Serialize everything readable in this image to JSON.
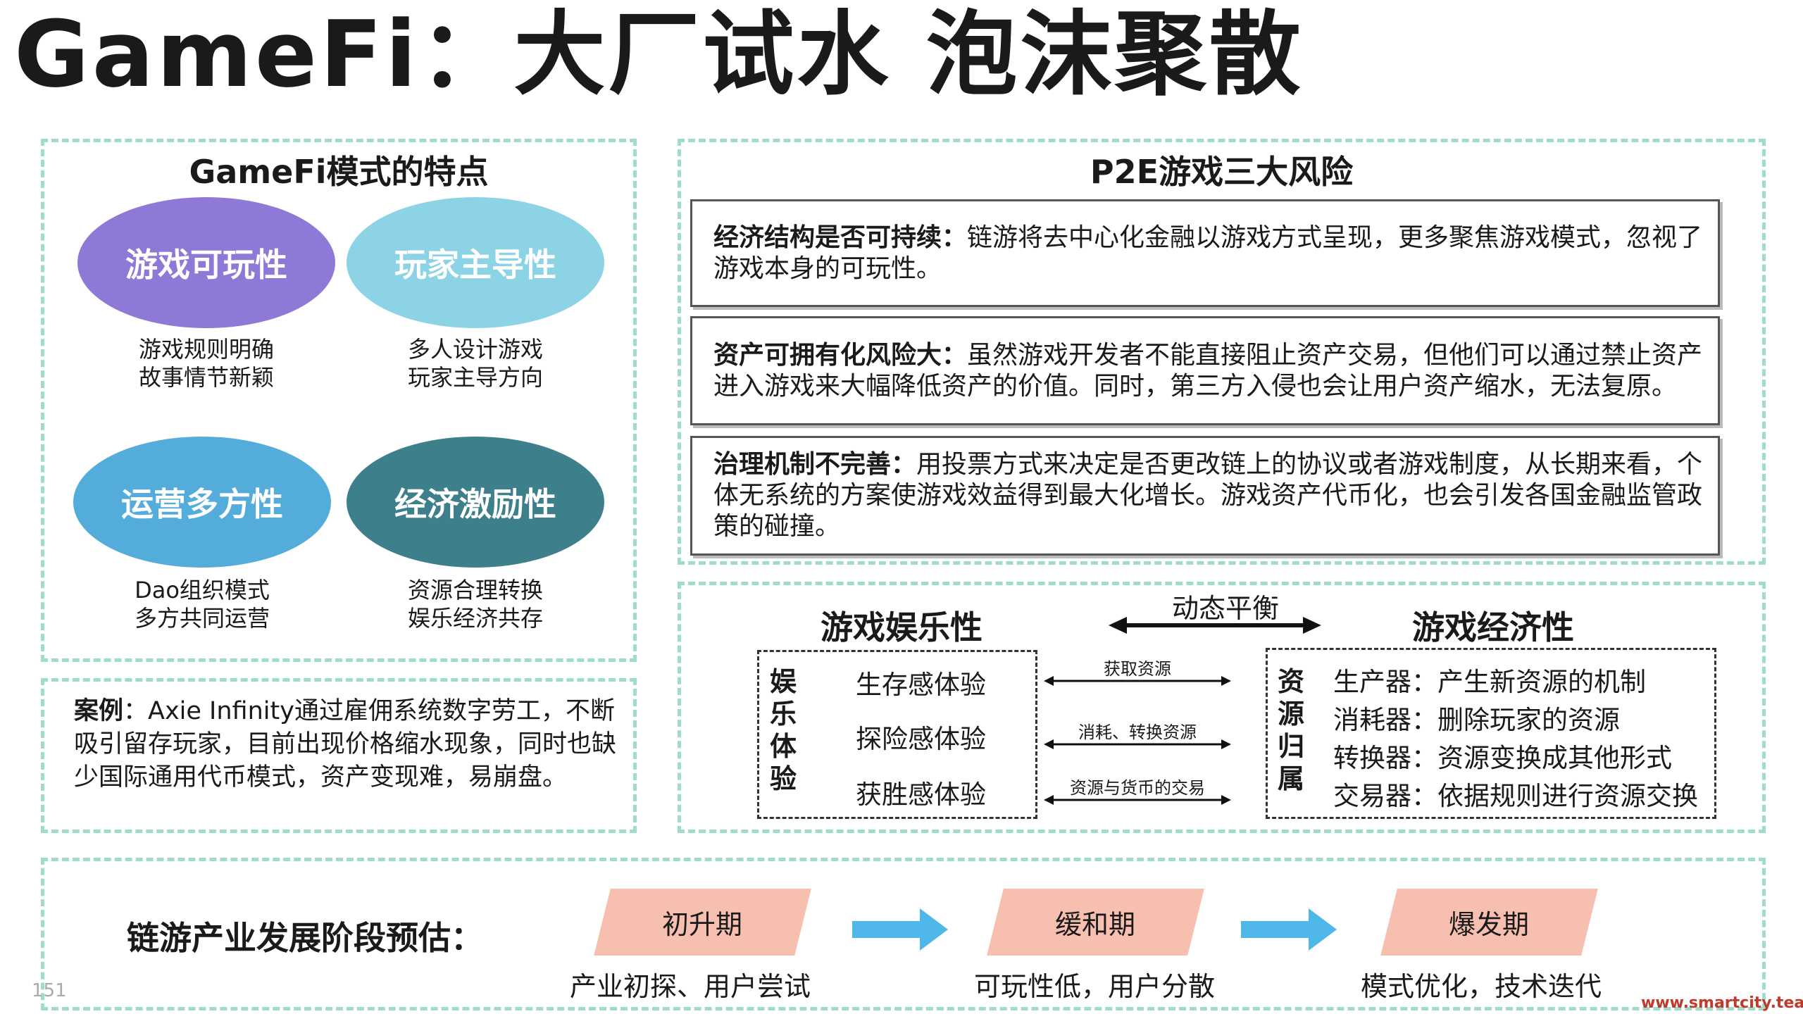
{
  "title": "GameFi：大厂试水 泡沫聚散",
  "features": {
    "heading": "GameFi模式的特点",
    "items": [
      {
        "label": "游戏可玩性",
        "color": "#8e7ad6",
        "lines": [
          "游戏规则明确",
          "故事情节新颖"
        ]
      },
      {
        "label": "玩家主导性",
        "color": "#8dd3e6",
        "lines": [
          "多人设计游戏",
          "玩家主导方向"
        ]
      },
      {
        "label": "运营多方性",
        "color": "#53acd9",
        "lines": [
          "Dao组织模式",
          "多方共同运营"
        ]
      },
      {
        "label": "经济激励性",
        "color": "#3e7f8c",
        "lines": [
          "资源合理转换",
          "娱乐经济共存"
        ]
      }
    ]
  },
  "case": {
    "label": "案例",
    "text": "：Axie Infinity通过雇佣系统数字劳工，不断吸引留存玩家，目前出现价格缩水现象，同时也缺少国际通用代币模式，资产变现难，易崩盘。"
  },
  "risks": {
    "heading": "P2E游戏三大风险",
    "items": [
      {
        "label": "经济结构是否可持续：",
        "text": "链游将去中心化金融以游戏方式呈现，更多聚焦游戏模式，忽视了游戏本身的可玩性。"
      },
      {
        "label": "资产可拥有化风险大：",
        "text": "虽然游戏开发者不能直接阻止资产交易，但他们可以通过禁止资产进入游戏来大幅降低资产的价值。同时，第三方入侵也会让用户资产缩水，无法复原。"
      },
      {
        "label": "治理机制不完善：",
        "text": "用投票方式来决定是否更改链上的协议或者游戏制度，从长期来看，个体无系统的方案使游戏效益得到最大化增长。游戏资产代币化，也会引发各国金融监管政策的碰撞。"
      }
    ]
  },
  "balance": {
    "left_heading": "游戏娱乐性",
    "right_heading": "游戏经济性",
    "center_label": "动态平衡",
    "left_vertical": [
      "娱",
      "乐",
      "体",
      "验"
    ],
    "left_items": [
      "生存感体验",
      "探险感体验",
      "获胜感体验"
    ],
    "arrow_labels": [
      "获取资源",
      "消耗、转换资源",
      "资源与货币的交易"
    ],
    "right_vertical": [
      "资",
      "源",
      "归",
      "属"
    ],
    "right_items": [
      "生产器：产生新资源的机制",
      "消耗器：删除玩家的资源",
      "转换器：资源变换成其他形式",
      "交易器：依据规则进行资源交换"
    ]
  },
  "stages": {
    "heading": "链游产业发展阶段预估：",
    "items": [
      {
        "label": "初升期",
        "caption": "产业初探、用户尝试"
      },
      {
        "label": "缓和期",
        "caption": "可玩性低，用户分散"
      },
      {
        "label": "爆发期",
        "caption": "模式优化，技术迭代"
      }
    ]
  },
  "page_number": "151",
  "watermark": "www.smartcity.team",
  "colors": {
    "panel_border": "#9fdcc9",
    "arrow": "#4fb8e8",
    "stage_fill": "#f7bfb0",
    "watermark": "#c0392b"
  }
}
